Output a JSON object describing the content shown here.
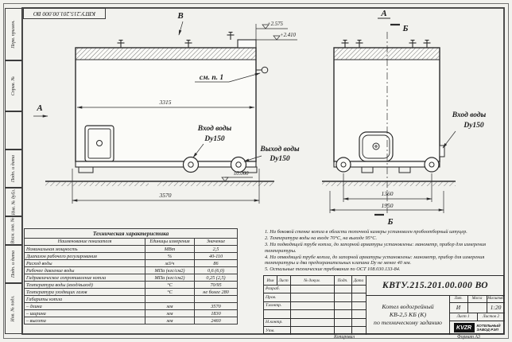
{
  "sheet": {
    "code_top_left": "КВТУ.215.201.00.000 ВО",
    "format_note": "Формат А3",
    "copied_note": "Копировал"
  },
  "stamps": [
    "Перв. примен.",
    "Справ. №",
    "Подп. и дата",
    "Инв. № дубл.",
    "Взам. инв. №",
    "Подп. и дата",
    "Инв. № подл."
  ],
  "drawing": {
    "marker_v": "В",
    "marker_a_side": "А",
    "marker_a_view": "А",
    "marker_b_top": "Б",
    "marker_b_bottom": "Б",
    "see_note_1": "см. п. 1",
    "elev_valve_top": "+2.575",
    "elev_roof_top": "+2.410",
    "elev_ground": "±0.000",
    "dim_front_inner": "3315",
    "dim_front_overall": "3570",
    "dim_side_inner": "1360",
    "dim_side_overall": "1950",
    "inlet_front_line1": "Вход воды",
    "inlet_front_line2": "Dy150",
    "outlet_front_line1": "Выход воды",
    "outlet_front_line2": "Dy150",
    "inlet_side_line1": "Вход воды",
    "inlet_side_line2": "Dy150"
  },
  "tech_table": {
    "title": "Техническая характеристика",
    "col_name": "Наименование показателя",
    "col_units": "Единицы измерения",
    "col_value": "Значение",
    "rows": [
      {
        "name": "Номинальная мощность",
        "units": "МВт",
        "value": "2,5"
      },
      {
        "name": "Диапазон рабочего регулирования",
        "units": "%",
        "value": "40-110"
      },
      {
        "name": "Расход воды",
        "units": "м3/ч",
        "value": "86"
      },
      {
        "name": "Рабочее давление воды",
        "units": "МПа (кгс/см2)",
        "value": "0,6 (6,0)"
      },
      {
        "name": "Гидравлическое сопротивление котла",
        "units": "МПа (кгс/см2)",
        "value": "0,25 (2,5)"
      },
      {
        "name": "Температура воды (вход/выход)",
        "units": "°С",
        "value": "70/95"
      },
      {
        "name": "Температура уходящих газов",
        "units": "°С",
        "value": "не более 280"
      },
      {
        "name": "Габариты котла",
        "units": "",
        "value": ""
      },
      {
        "name": "– длина",
        "units": "мм",
        "value": "3570"
      },
      {
        "name": "– ширина",
        "units": "мм",
        "value": "1830"
      },
      {
        "name": "– высота",
        "units": "мм",
        "value": "2460"
      }
    ]
  },
  "notes": [
    "1. На боковой стенке котла в области топочной камеры установлен пробоотборный штуцер.",
    "2. Температура воды на входе 70°С, на выходе 95°С.",
    "3. На подводящей трубе котла, до запорной арматуры установлены: манометр, прибор для измерения температуры.",
    "4. На отводящей трубе котла, до запорной арматуры установлены: манометр, прибор для измерения температуры и два предохранительных клапана Dy не менее 40 мм.",
    "5. Остальные технические требования по ОСТ 108.030.133-84."
  ],
  "title_block": {
    "code": "КВТУ.215.201.00.000 ВО",
    "header_cols": [
      "Изм",
      "Лист",
      "№ докум.",
      "Подп.",
      "Дата"
    ],
    "sig_rows": [
      "Разраб.",
      "Пров.",
      "Т.контр.",
      "",
      "Н.контр.",
      "Утв."
    ],
    "doc_name_line1": "Котел водогрейный",
    "doc_name_line2": "КВ-2,5 КБ (К)",
    "doc_name_line3": "по техническому заданию",
    "lit_label": "Лит.",
    "mass_label": "Масса",
    "scale_label": "Масштаб",
    "lit_value": "И",
    "scale_value": "1:20",
    "sheet_label": "Лист 1",
    "sheets_label": "Листов 2",
    "logo_text": "KVZR",
    "company_line1": "КОТЕЛЬНЫЙ",
    "company_line2": "ЗАВОД РЭП"
  }
}
